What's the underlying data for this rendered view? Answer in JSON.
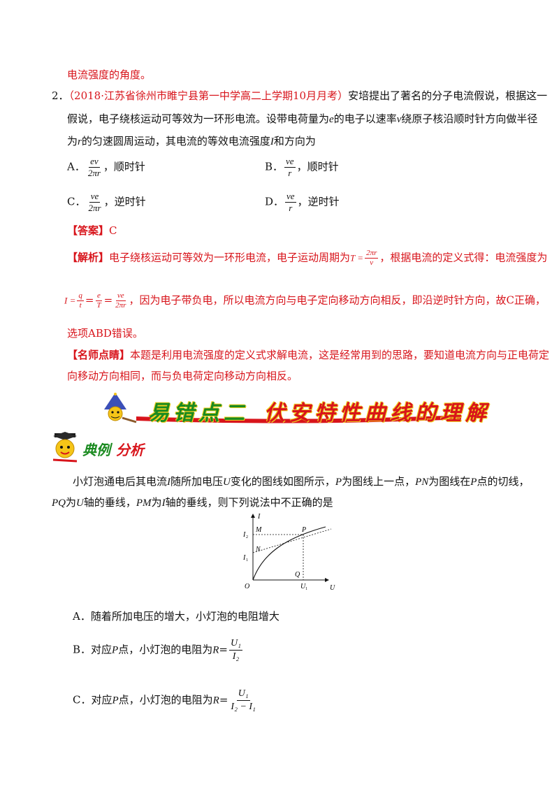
{
  "top_fragment": "电流强度的角度。",
  "q2": {
    "number": "2．",
    "source": "（2018·江苏省徐州市睢宁县第一中学高二上学期10月月考）",
    "stem_l1": "安培提出了著名的分子电流假说，根据这一",
    "stem_l2a": "假说，电子绕核运动可等效为一环形电流。设带电荷量为",
    "var_e": "e",
    "stem_l2b": "的电子以速率",
    "var_v": "v",
    "stem_l2c": "绕原子核沿顺时针方向做半径",
    "stem_l3a": "为",
    "var_r": "r",
    "stem_l3b": "的匀速圆周运动，其电流的等效电流强度",
    "var_I": "I",
    "stem_l3c": "和方向为",
    "options": [
      {
        "letter": "A．",
        "num": "ev",
        "den": "2πr",
        "dir": "，顺时针"
      },
      {
        "letter": "B．",
        "num": "ve",
        "den": "r",
        "dir": "，顺时针"
      },
      {
        "letter": "C．",
        "num": "ve",
        "den": "2πr",
        "dir": "，逆时针"
      },
      {
        "letter": "D．",
        "num": "ve",
        "den": "r",
        "dir": "，逆时针"
      }
    ]
  },
  "answer": {
    "label": "【答案】",
    "value": "C"
  },
  "analysis": {
    "label": "【解析】",
    "l1a": "电子绕核运动可等效为一环形电流，电子运动周期为",
    "T_eq": "T =",
    "T_num": "2πr",
    "T_den": "v",
    "l1b": "，根据电流的定义式得：电流强度为",
    "I_eq": "I =",
    "f1_num": "q",
    "f1_den": "t",
    "f2_num": "e",
    "f2_den": "T",
    "f3_num": "ve",
    "f3_den": "2πr",
    "eqs": "=",
    "l2b": "，因为电子带负电，所以电流方向与电子定向移动方向相反，即沿逆时针方向，故C正确，",
    "l3": "选项ABD错误。"
  },
  "tip": {
    "label": "【名师点睛】",
    "l1": "本题是利用电流强度的定义式求解电流，这是经常用到的思路，要知道电流方向与正电荷定",
    "l2": "向移动方向相同，而与负电荷定向移动方向相反。"
  },
  "banner": {
    "part1": "易错点二",
    "part2": "伏安特性曲线的理解"
  },
  "section_title": {
    "a": "典例",
    "b": "分析"
  },
  "problem": {
    "l1a": "小灯泡通电后其电流",
    "var_I": "I",
    "l1b": "随所加电压",
    "var_U": "U",
    "l1c": "变化的图线如图所示，",
    "var_P": "P",
    "l1d": "为图线上一点，",
    "var_PN": "PN",
    "l1e": "为图线在",
    "var_P2": "P",
    "l1f": "点的切线，",
    "var_PQ": "PQ",
    "l2a": "为",
    "var_U2": "U",
    "l2b": "轴的垂线，",
    "var_PM": "PM",
    "l2c": "为",
    "var_I2": "I",
    "l2d": "轴的垂线，则下列说法中不正确的是"
  },
  "graph": {
    "labels": {
      "I": "I",
      "U": "U",
      "O": "O",
      "M": "M",
      "N": "N",
      "P": "P",
      "Q": "Q",
      "I1": "I",
      "I1_sub": "1",
      "I2": "I",
      "I2_sub": "2",
      "U1": "U",
      "U1_sub": "1"
    }
  },
  "choices": {
    "A": "A．随着所加电压的增大，小灯泡的电阻增大",
    "B_text": "B．对应",
    "B_var": "P",
    "B_mid": "点，小灯泡的电阻为",
    "B_R": "R",
    "B_eq": "=",
    "B_num": "U₁",
    "B_den": "I₂",
    "C_text": "C．对应",
    "C_var": "P",
    "C_mid": "点，小灯泡的电阻为",
    "C_R": "R",
    "C_eq": "=",
    "C_num": "U₁",
    "C_den": "I₂ − I₁"
  }
}
